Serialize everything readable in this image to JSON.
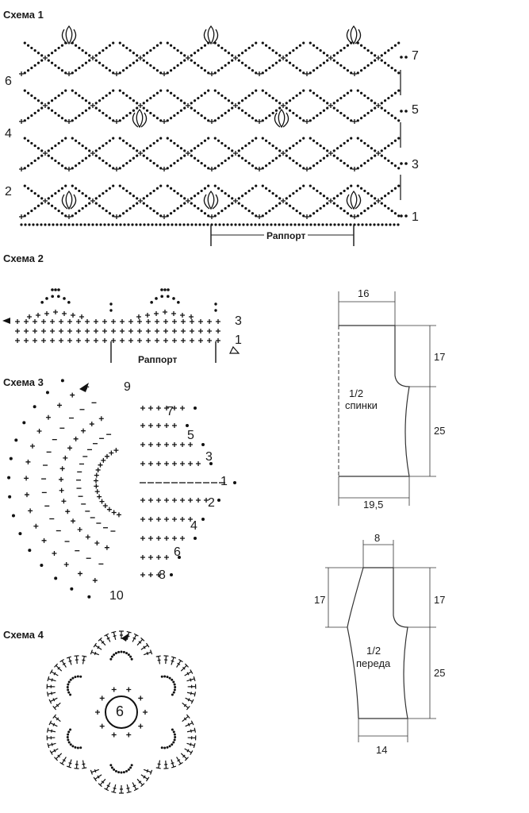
{
  "scheme1": {
    "title": "Схема 1",
    "rapport_label": "Раппорт",
    "left_rows": [
      "6",
      "4",
      "2"
    ],
    "right_rows": [
      "7",
      "5",
      "3",
      "1"
    ]
  },
  "scheme2": {
    "title": "Схема 2",
    "rapport_label": "Раппорт",
    "right_rows": [
      "3",
      "1"
    ]
  },
  "scheme3": {
    "title": "Схема 3",
    "rows": [
      "9",
      "7",
      "5",
      "3",
      "1",
      "2",
      "4",
      "6",
      "8",
      "10"
    ]
  },
  "scheme4": {
    "title": "Схема 4",
    "center_label": "6"
  },
  "back_pattern": {
    "label_line1": "1/2",
    "label_line2": "спинки",
    "top_width": "16",
    "right_top": "17",
    "right_bottom": "25",
    "bottom_width": "19,5"
  },
  "front_pattern": {
    "label_line1": "1/2",
    "label_line2": "переда",
    "top_width": "8",
    "left_height": "17",
    "right_top": "17",
    "right_bottom": "25",
    "bottom_width": "14"
  }
}
